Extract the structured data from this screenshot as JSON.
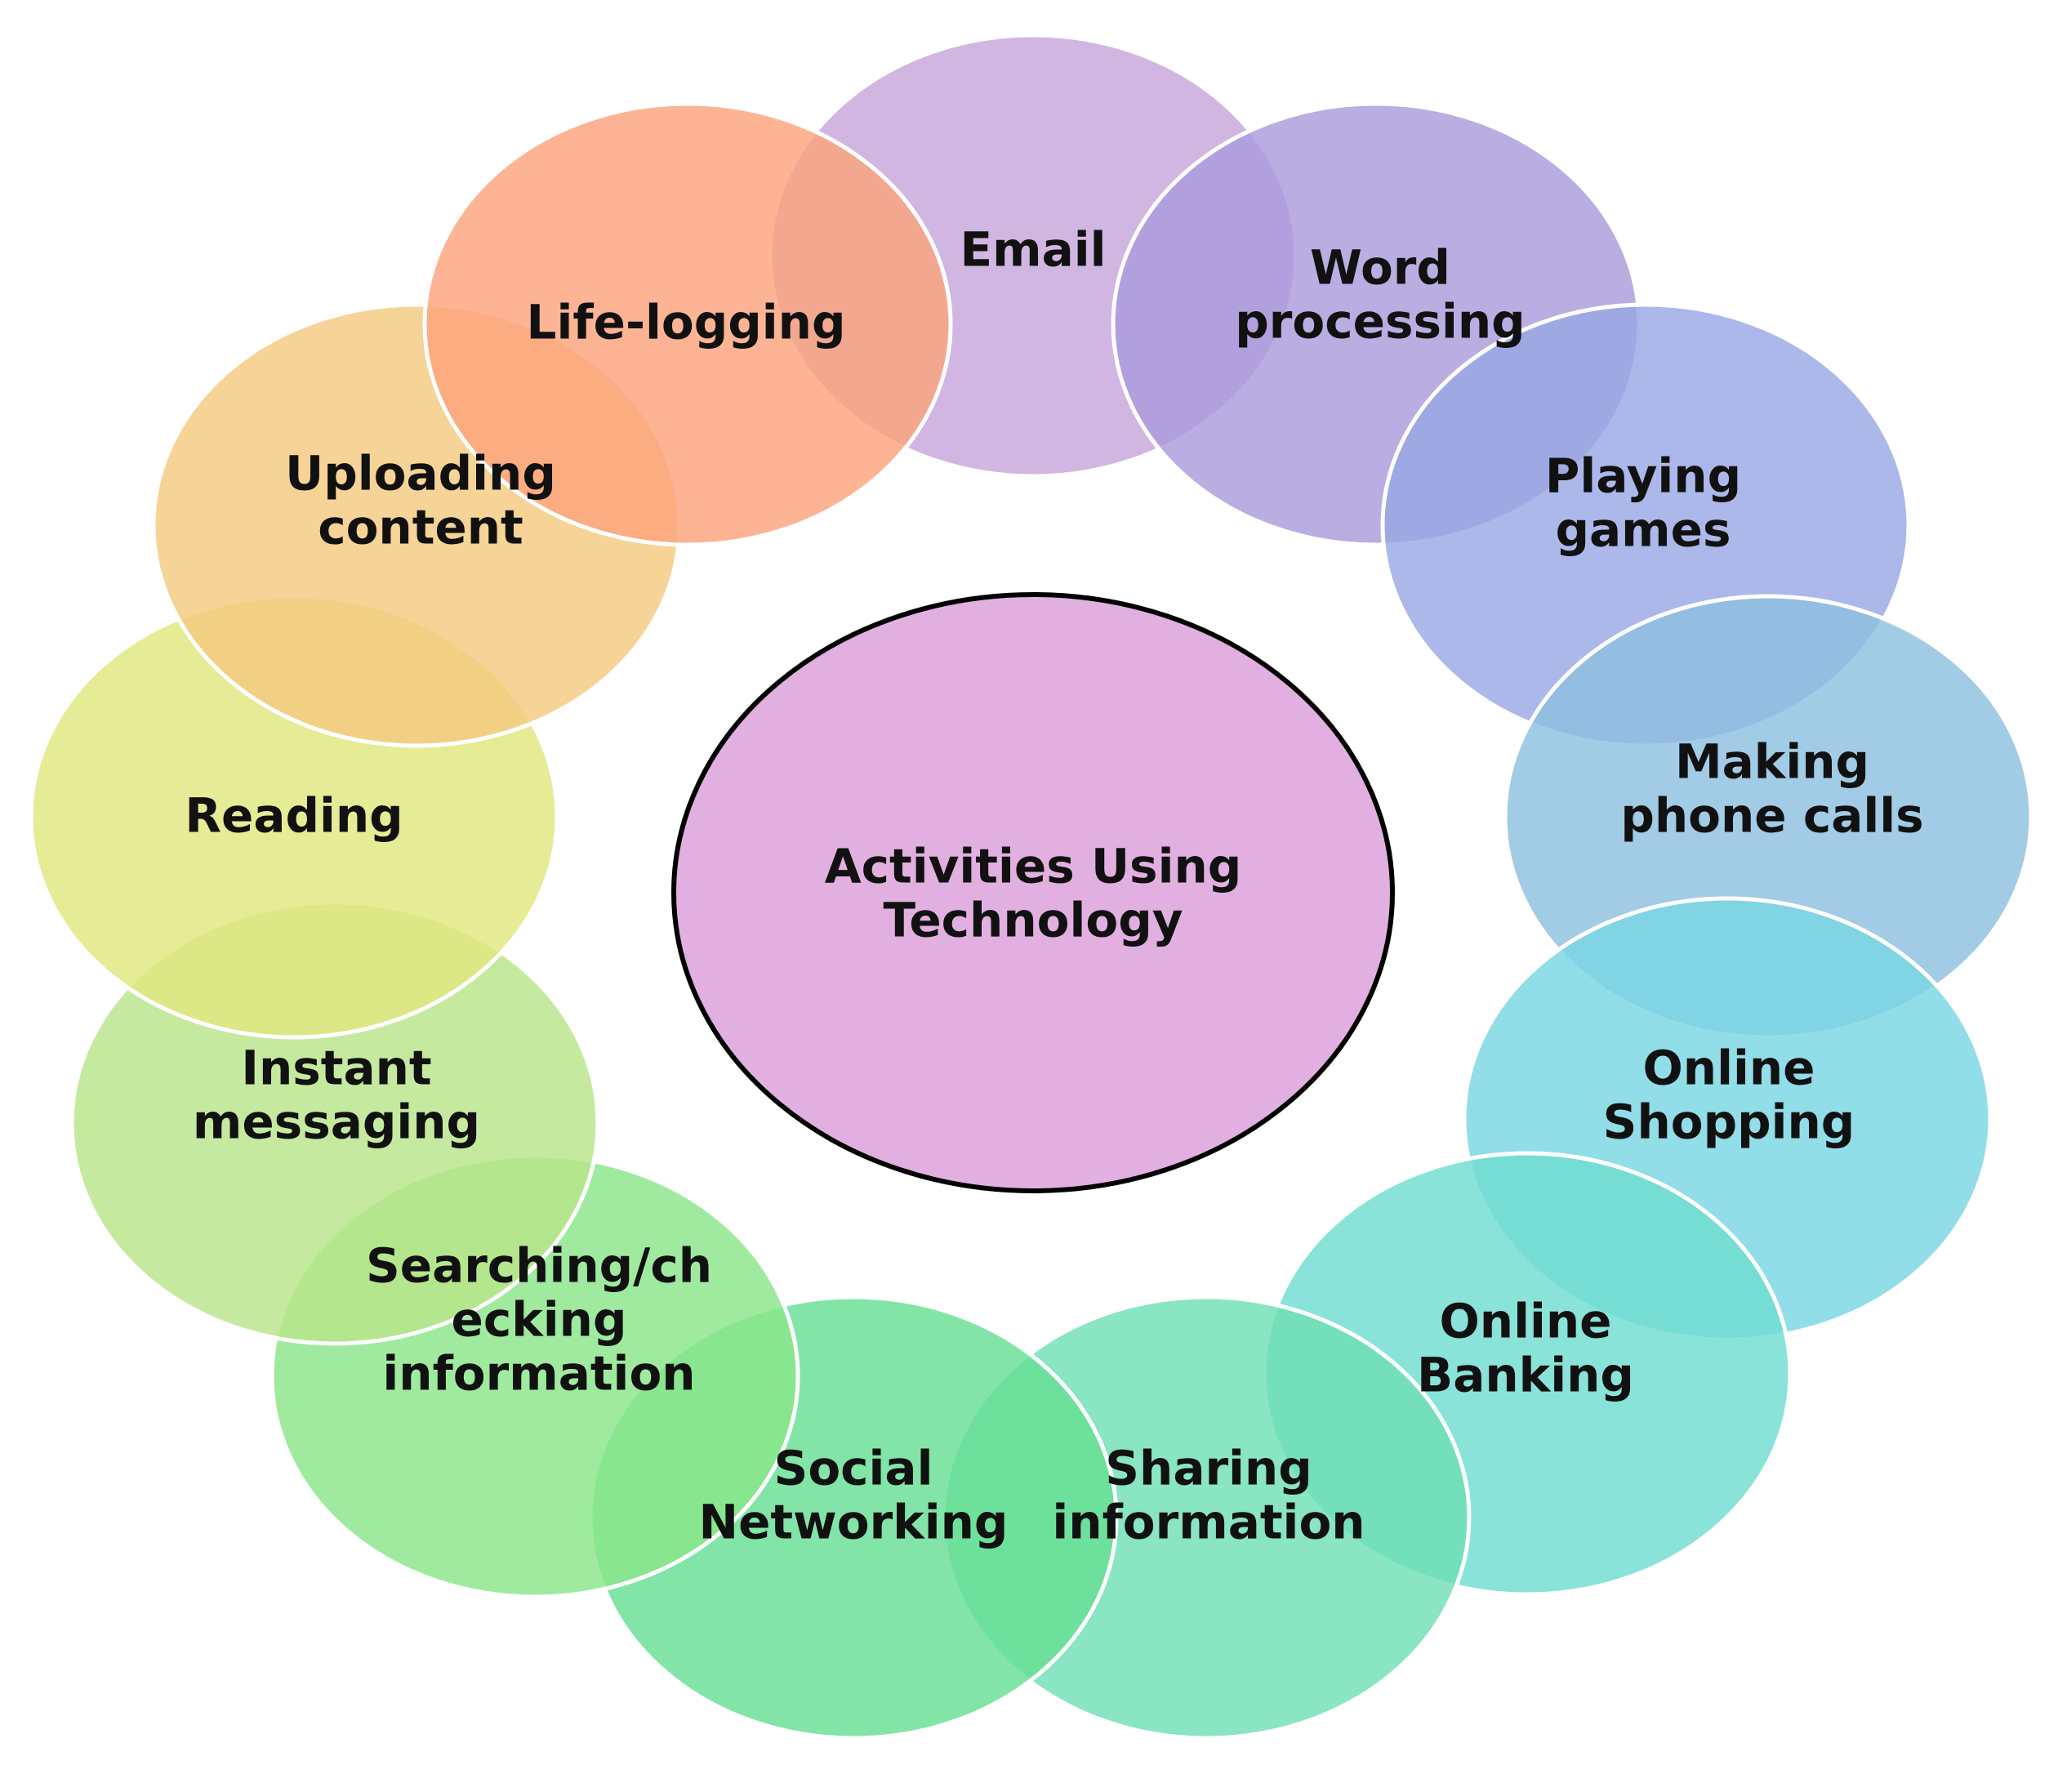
{
  "center": {
    "lines": [
      "Activities Using",
      "Technology"
    ],
    "fill": "#e2b0e0",
    "stroke": "#000000"
  },
  "petals": [
    {
      "id": "email",
      "lines": [
        "Email"
      ],
      "color": "#c8a6dc"
    },
    {
      "id": "word",
      "lines": [
        "Word",
        "processing"
      ],
      "color": "#a99bdc"
    },
    {
      "id": "games",
      "lines": [
        "Playing",
        "games"
      ],
      "color": "#98a8e4"
    },
    {
      "id": "phone",
      "lines": [
        "Making",
        "phone calls"
      ],
      "color": "#8ec0e0"
    },
    {
      "id": "shopping",
      "lines": [
        "Online",
        "Shopping"
      ],
      "color": "#79d6e3"
    },
    {
      "id": "banking",
      "lines": [
        "Online",
        "Banking"
      ],
      "color": "#70ddd0"
    },
    {
      "id": "sharing",
      "lines": [
        "Sharing",
        "information"
      ],
      "color": "#6fdfb4"
    },
    {
      "id": "social",
      "lines": [
        "Social",
        "Networking"
      ],
      "color": "#66df94"
    },
    {
      "id": "searching",
      "lines": [
        "Searching/ch",
        "ecking",
        "information"
      ],
      "color": "#8ae58a"
    },
    {
      "id": "instant",
      "lines": [
        "Instant",
        "messaging"
      ],
      "color": "#b8e58a"
    },
    {
      "id": "reading",
      "lines": [
        "Reading"
      ],
      "color": "#e0e67f"
    },
    {
      "id": "uploading",
      "lines": [
        "Uploading",
        "content"
      ],
      "color": "#f4c97f"
    },
    {
      "id": "lifelogging",
      "lines": [
        "Life-logging"
      ],
      "color": "#fba47d"
    }
  ]
}
